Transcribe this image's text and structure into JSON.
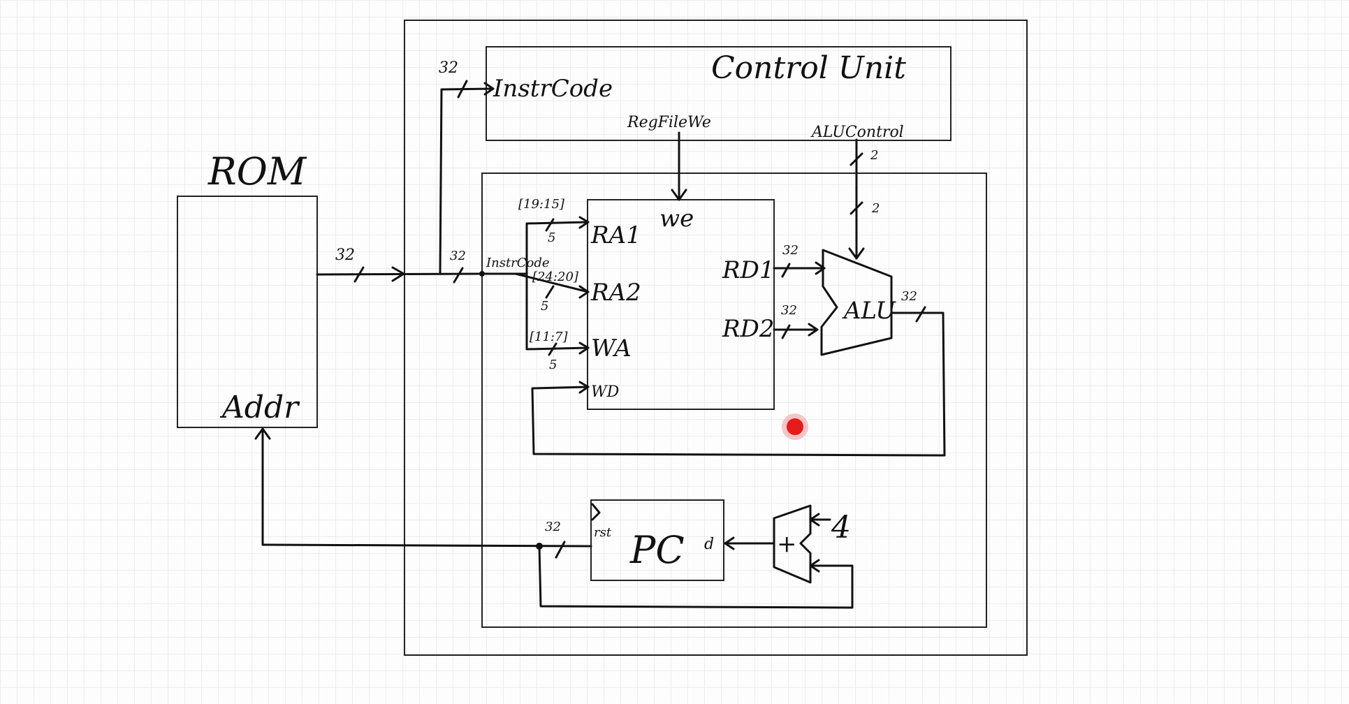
{
  "diagram": {
    "rom": {
      "title": "ROM",
      "addr_port": "Addr"
    },
    "control_unit": {
      "title": "Control Unit",
      "input_port": "InstrCode",
      "input_width": "32",
      "regfile_we_signal": "RegFileWe",
      "alu_control_signal": "ALUControl",
      "alu_control_width": "2"
    },
    "rom_to_datapath_width": "32",
    "instr_code_bus": {
      "label": "InstrCode",
      "width": "32"
    },
    "register_file": {
      "we_port": "we",
      "ports": [
        "RA1",
        "RA2",
        "WA",
        "WD"
      ],
      "field_ra1": "[19:15]",
      "field_ra2": "[24:20]",
      "field_wa": "[11:7]",
      "width_ra1": "5",
      "width_ra2": "5",
      "width_wa": "5",
      "rd1": "RD1",
      "rd2": "RD2",
      "rd1_width": "32",
      "rd2_width": "32"
    },
    "alu": {
      "label": "ALU",
      "control_width": "2",
      "output_width": "32"
    },
    "pc": {
      "label": "PC",
      "rst_port": "rst",
      "d_port": "d",
      "output_width": "32",
      "adder_symbol": "+",
      "increment": "4"
    }
  },
  "indicator": {
    "recording_color": "#e41c1c"
  }
}
